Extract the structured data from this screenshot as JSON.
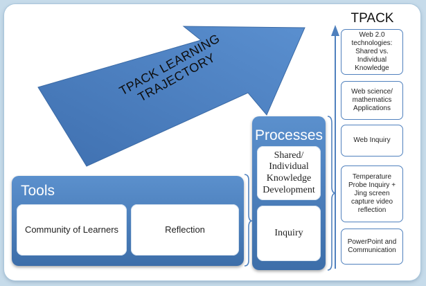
{
  "arrow": {
    "label_line1": "TPACK LEARNING",
    "label_line2": "TRAJECTORY"
  },
  "tpack": {
    "title": "TPACK",
    "items": [
      "Web 2.0 technologies: Shared vs. Individual Knowledge",
      "Web science/ mathematics Applications",
      "Web Inquiry",
      "Temperature Probe Inquiry + Jing screen capture video reflection",
      "PowerPoint and Communication"
    ]
  },
  "processes": {
    "title": "Processes",
    "items": [
      "Shared/ Individual Knowledge Development",
      "Inquiry"
    ]
  },
  "tools": {
    "title": "Tools",
    "items": [
      "Community of  Learners",
      "Reflection"
    ]
  },
  "colors": {
    "accent": "#4a7cbe",
    "arrow": "#4a7fc1",
    "background": "#c6dbea"
  },
  "icons": {
    "vertical_axis": "up-arrow-icon",
    "brackets": "bracket-icon"
  }
}
